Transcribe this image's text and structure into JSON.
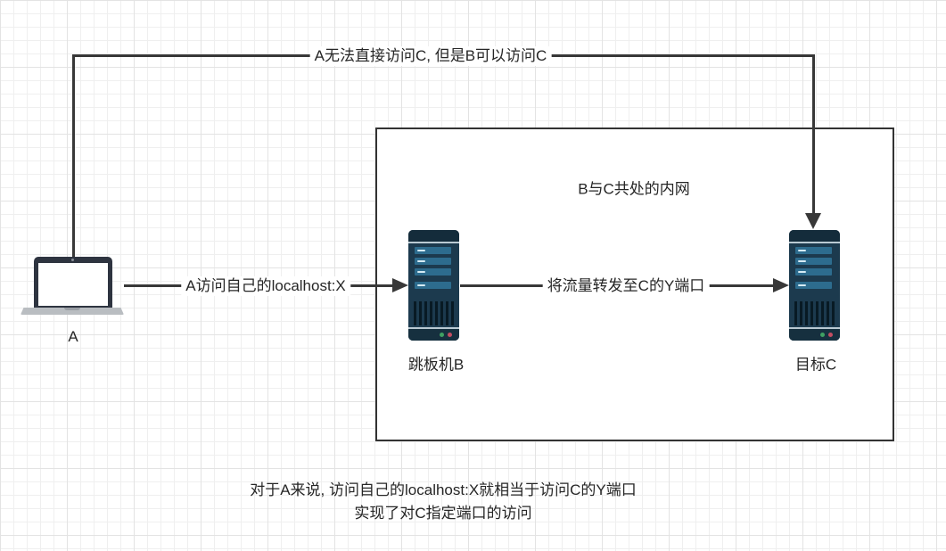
{
  "diagram": {
    "nodes": {
      "laptop_a": {
        "label": "A"
      },
      "server_b": {
        "label": "跳板机B"
      },
      "server_c": {
        "label": "目标C"
      },
      "intranet": {
        "label": "B与C共处的内网"
      }
    },
    "edges": {
      "a_to_c": {
        "label": "A无法直接访问C, 但是B可以访问C"
      },
      "a_to_b": {
        "label": "A访问自己的localhost:X"
      },
      "b_to_c": {
        "label": "将流量转发至C的Y端口"
      }
    },
    "footer": {
      "line1": "对于A来说, 访问自己的localhost:X就相当于访问C的Y端口",
      "line2": "实现了对C指定端口的访问"
    },
    "colors": {
      "connector_line": "#383838",
      "box_border": "#333333",
      "server_body": "#1c3a4e",
      "server_cap": "#142c3b",
      "server_bar": "#2d6c8e",
      "server_separator": "#b9c9d2",
      "led_green": "#3fa163",
      "led_red": "#c44d62",
      "laptop_frame": "#2e3440",
      "laptop_base": "#b9bdc1",
      "grid_minor": "#efefef",
      "grid_major": "#e3e3e3"
    }
  }
}
